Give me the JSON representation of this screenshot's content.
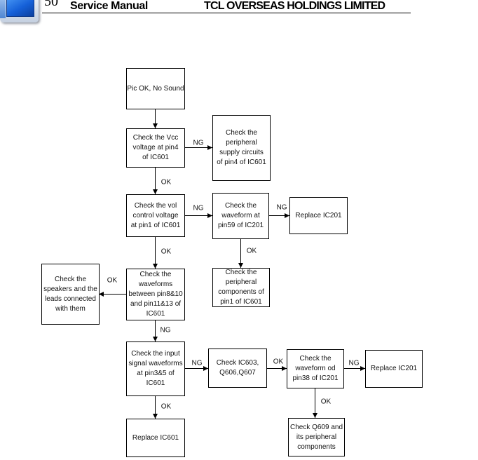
{
  "header": {
    "logo_icon": "tv-monitor-icon",
    "page_number": "50",
    "title": "Service Manual",
    "company": "TCL OVERSEAS HOLDINGS LIMITED"
  },
  "flowchart": {
    "nodes": {
      "start": "Pic OK, No Sound",
      "check_vcc": "Check the Vcc\nvoltage at pin4\nof IC601",
      "check_supply": "Check the\nperipheral\nsupply circuits\nof pin4 of IC601",
      "check_vol": "Check the vol\ncontrol voltage\nat pin1 of IC601",
      "check_pin59": "Check the\nwaveform at\npin59 of IC201",
      "replace_ic201_a": "Replace IC201",
      "check_pin1_components": "Check the\nperipheral\ncomponents of\npin1 of IC601",
      "check_waveforms": "Check the\nwaveforms\nbetween pin8&10\nand pin11&13 of\nIC601",
      "check_speakers": "Check the\nspeakers and the\nleads connected\nwith them",
      "check_input": "Check the input\nsignal waveforms\nat pin3&5 of\nIC601",
      "check_ic603": "Check IC603,\nQ606,Q607",
      "check_pin38": "Check the\nwaveform od\npin38 of IC201",
      "replace_ic201_b": "Replace IC201",
      "replace_ic601": "Replace IC601",
      "check_q609": "Check Q609 and\nits peripheral\ncomponents"
    },
    "edge_labels": {
      "vcc_to_supply": "NG",
      "vcc_to_vol": "OK",
      "vol_to_pin59": "NG",
      "pin59_to_replace_ic201": "NG",
      "pin59_to_pin1_components": "OK",
      "vol_to_waveforms": "OK",
      "waveforms_to_speakers": "OK",
      "waveforms_to_input": "NG",
      "input_to_ic603": "NG",
      "ic603_to_pin38": "OK",
      "pin38_to_replace_ic201": "NG",
      "input_to_replace_ic601": "OK",
      "pin38_to_q609": "OK"
    }
  }
}
